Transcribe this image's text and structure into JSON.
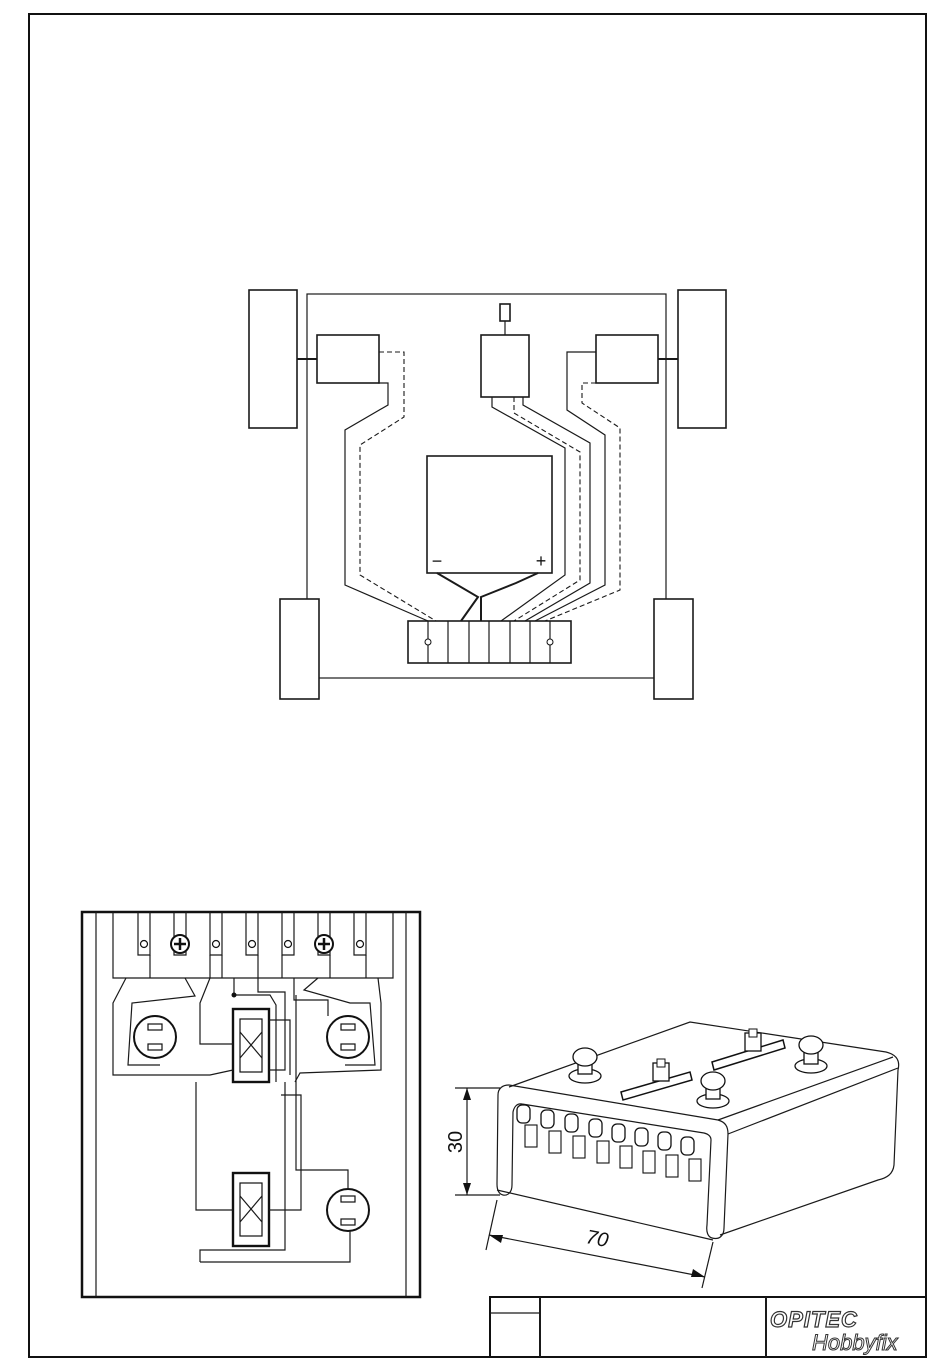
{
  "diagram": {
    "dimension_height": "30",
    "dimension_width": "70",
    "battery_minus": "−",
    "battery_plus": "+"
  },
  "title_block": {
    "brand_logo": "OPITEC",
    "brand_subtitle": "Hobbyfix"
  }
}
